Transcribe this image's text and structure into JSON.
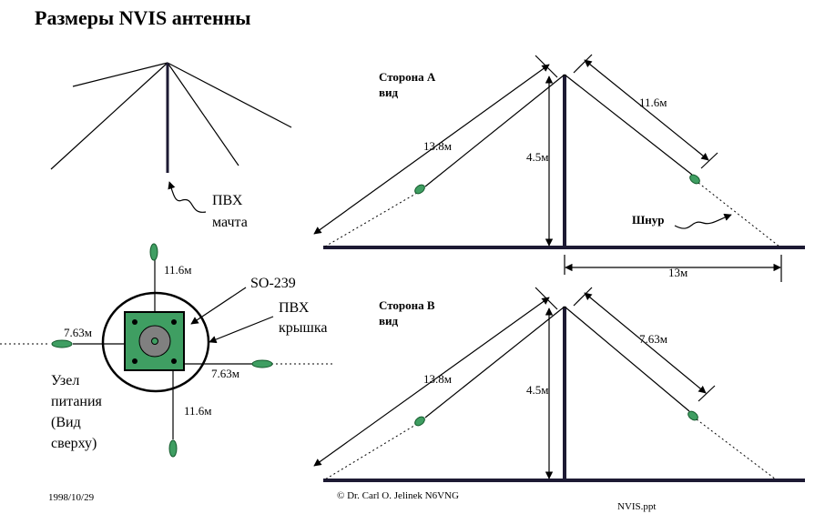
{
  "title": "Размеры NVIS антенны",
  "top_view": {
    "mast_label_line1": "ПВХ",
    "mast_label_line2": "мачта"
  },
  "feed": {
    "dim_top": "11.6м",
    "dim_left": "7.63м",
    "dim_right": "7.63м",
    "dim_bottom": "11.6м",
    "so239": "SO-239",
    "cap_line1": "ПВХ",
    "cap_line2": "крышка",
    "node_line1": "Узел",
    "node_line2": "питания",
    "node_line3": "(Вид",
    "node_line4": "сверху)"
  },
  "side_a": {
    "label_line1": "Сторона А",
    "label_line2": "вид",
    "long_dim": "13.8м",
    "height_dim": "4.5м",
    "right_dim": "11.6м",
    "cord": "Шнур",
    "base_dim": "13м"
  },
  "side_b": {
    "label_line1": "Сторона В",
    "label_line2": "вид",
    "long_dim": "13.8м",
    "height_dim": "4.5м",
    "right_dim": "7.63м"
  },
  "footer": {
    "date": "1998/10/29",
    "copyright": "© Dr. Carl O. Jelinek N6VNG",
    "file": "NVIS.ppt"
  },
  "colors": {
    "insulator": "#3f9e62",
    "plate": "#3f9e62",
    "connector": "#808080",
    "ground": "#1d1a33"
  }
}
